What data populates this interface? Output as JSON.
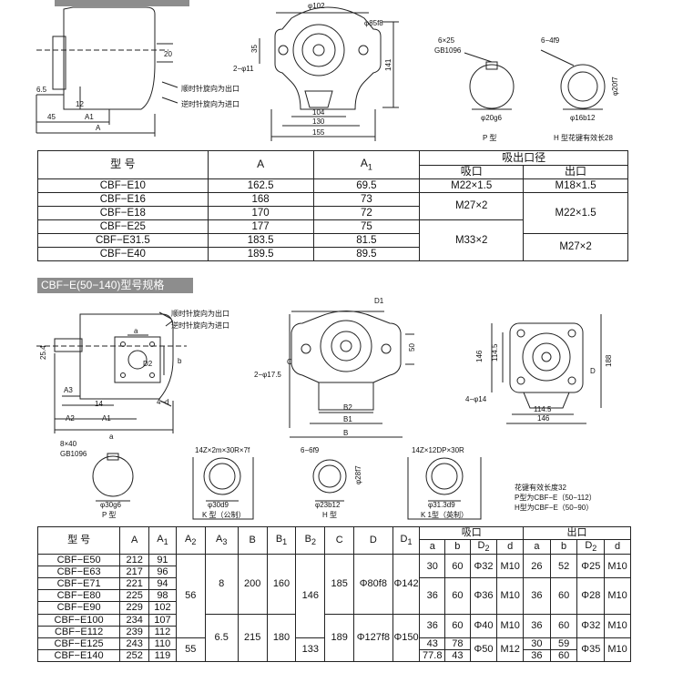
{
  "top_drawings": {
    "dims1": {
      "d6_5": "6.5",
      "d12": "12",
      "d20": "20",
      "d45": "45",
      "a1": "A1",
      "a": "A"
    },
    "notes1": [
      "顺时针旋向为出口",
      "逆时针旋向为进口"
    ],
    "dims2": {
      "d102": "φ102",
      "d85f8": "φ85f8",
      "d35": "35",
      "d2phi11": "2−φ11",
      "d141": "141",
      "d104": "104",
      "d130": "130",
      "d155": "155"
    },
    "p_type": {
      "key": "6×25",
      "std": "GB1096",
      "shaft": "φ20g6",
      "label": "P  型"
    },
    "h_type": {
      "spline": "6−4f9",
      "d20f7": "φ20f7",
      "shaft": "φ16b12",
      "label": "H 型花键有效长28"
    }
  },
  "table1": {
    "headers": {
      "model": "型  号",
      "a": "A",
      "a1": "A",
      "a1_sub": "1",
      "ports": "吸出口径",
      "inlet": "吸口",
      "outlet": "出口"
    },
    "rows": [
      {
        "model": "CBF−E10",
        "a": "162.5",
        "a1": "69.5",
        "inlet": "M22×1.5",
        "outlet": "M18×1.5"
      },
      {
        "model": "CBF−E16",
        "a": "168",
        "a1": "73"
      },
      {
        "model": "CBF−E18",
        "a": "170",
        "a1": "72"
      },
      {
        "model": "CBF−E25",
        "a": "177",
        "a1": "75"
      },
      {
        "model": "CBF−E31.5",
        "a": "183.5",
        "a1": "81.5"
      },
      {
        "model": "CBF−E40",
        "a": "189.5",
        "a1": "89.5"
      }
    ],
    "merged": {
      "in_16_18": "M27×2",
      "out_16_25": "M22×1.5",
      "in_25_40": "M33×2",
      "out_31_40": "M27×2"
    }
  },
  "section_title": "CBF−E(50−140)型号规格",
  "mid_drawings": {
    "notes": [
      "顺时针旋向为出口",
      "逆时针旋向为进口"
    ],
    "dims1": {
      "d25_4": "25.4",
      "a3": "A3",
      "d14": "14",
      "a2": "A2",
      "a1": "A1",
      "a": "a",
      "b": "b",
      "d2": "D2",
      "four_d": "4−d"
    },
    "dims2": {
      "d1": "D1",
      "c": "C",
      "d50": "50",
      "d2phi17_5": "2−φ17.5",
      "b2": "B2",
      "b1": "B1",
      "b": "B"
    },
    "dims3": {
      "d146v": "146",
      "d114_5v": "114.5",
      "d": "D",
      "d188": "188",
      "d4phi14": "4−φ14",
      "d114_5h": "114.5",
      "d146h": "146"
    }
  },
  "shafts": {
    "p": {
      "key": "8×40",
      "std": "GB1096",
      "dia": "φ30g6",
      "label": "P  型"
    },
    "k": {
      "spline": "14Z×2m×30R×7f",
      "dia": "φ30d9",
      "label": "K 型（公制）"
    },
    "h": {
      "spline": "6−6f9",
      "d28f7": "φ28f7",
      "dia": "φ23b12",
      "label": "H 型"
    },
    "k1": {
      "spline": "14Z×12DP×30R",
      "dia": "φ31.3d9",
      "label": "K 1型（英制）"
    },
    "notes": [
      "花键有效长度32",
      "P型为CBF−E（50−112）",
      "H型为CBF−E（50−90）"
    ]
  },
  "table2": {
    "headers": {
      "model": "型  号",
      "a": "A",
      "a1": "A",
      "a2": "A",
      "a3": "A",
      "b": "B",
      "b1": "B",
      "b2": "B",
      "c": "C",
      "d": "D",
      "d1": "D",
      "inlet": "吸口",
      "outlet": "出口",
      "sa": "a",
      "sb": "b",
      "sd2": "D",
      "sd": "d",
      "s1": "1",
      "s2": "2",
      "s3": "3"
    },
    "models": [
      "CBF−E50",
      "CBF−E63",
      "CBF−E71",
      "CBF−E80",
      "CBF−E90",
      "CBF−E100",
      "CBF−E112",
      "CBF−E125",
      "CBF−E140"
    ],
    "a": [
      "212",
      "217",
      "221",
      "225",
      "229",
      "234",
      "239",
      "243",
      "252"
    ],
    "a1": [
      "91",
      "96",
      "94",
      "98",
      "102",
      "107",
      "112",
      "110",
      "119"
    ],
    "a2": [
      "56",
      "55"
    ],
    "a3": [
      "8",
      "6.5"
    ],
    "b": [
      "200",
      "215"
    ],
    "b1": [
      "160",
      "180"
    ],
    "b2": [
      "146",
      "133"
    ],
    "c": [
      "185",
      "189"
    ],
    "d": [
      "Φ80f8",
      "Φ127f8"
    ],
    "d1": [
      "Φ142",
      "Φ150"
    ],
    "in": [
      {
        "a": "30",
        "b": "60",
        "d2": "Φ32",
        "d": "M10"
      },
      {
        "a": "36",
        "b": "60",
        "d2": "Φ36",
        "d": "M10"
      },
      {
        "a": "36",
        "b": "60",
        "d2": "Φ40",
        "d": "M10"
      },
      {
        "a": "43",
        "b": "78"
      },
      {
        "a": "77.8",
        "b": "43"
      }
    ],
    "in_merged": {
      "d2": "Φ50",
      "d": "M12"
    },
    "out": [
      {
        "a": "26",
        "b": "52",
        "d2": "Φ25",
        "d": "M10"
      },
      {
        "a": "36",
        "b": "60",
        "d2": "Φ28",
        "d": "M10"
      },
      {
        "a": "36",
        "b": "60",
        "d2": "Φ32",
        "d": "M10"
      },
      {
        "a": "30",
        "b": "59"
      },
      {
        "a": "36",
        "b": "60"
      }
    ],
    "out_merged": {
      "d2": "Φ35",
      "d": "M10"
    }
  }
}
